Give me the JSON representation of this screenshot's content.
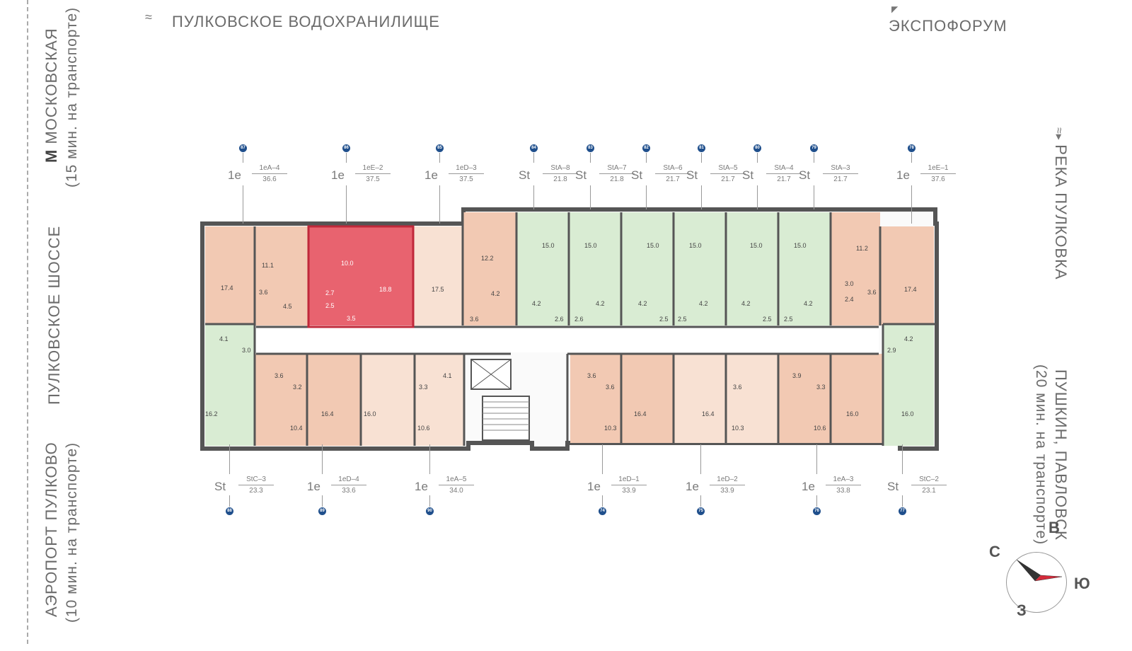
{
  "directions": {
    "north": "ПУЛКОВСКОЕ  ВОДОХРАНИЛИЩЕ",
    "northeast": "ЭКСПОФОРУМ",
    "west_top_line1": "МОСКОВСКАЯ",
    "west_top_line2": "(15 мин. на транспорте)",
    "west_middle": "ПУЛКОВСКОЕ  ШОССЕ",
    "west_bottom_line1": "АЭРОПОРТ  ПУЛКОВО",
    "west_bottom_line2": "(10 мин. на транспорте)",
    "east_top": "РЕКА  ПУЛКОВКА",
    "east_bottom_line1": "ПУШКИН,  ПАВЛОВСК",
    "east_bottom_line2": "(20 мин. на транспорте)",
    "metro_letter": "М"
  },
  "compass": {
    "c": "С",
    "v": "В",
    "yu": "Ю",
    "z": "З"
  },
  "colors": {
    "orange": "#f2c9b3",
    "green": "#d9ecd3",
    "peach": "#f8e1d3",
    "selected": "#e8636f",
    "wall": "#555555"
  },
  "top_apartments": [
    {
      "num": "87",
      "type": "1е",
      "code": "1еА–4",
      "area": "36.6"
    },
    {
      "num": "86",
      "type": "1е",
      "code": "1еЕ–2",
      "area": "37.5"
    },
    {
      "num": "85",
      "type": "1е",
      "code": "1еD–3",
      "area": "37.5"
    },
    {
      "num": "84",
      "type": "St",
      "code": "StA–8",
      "area": "21.8"
    },
    {
      "num": "83",
      "type": "St",
      "code": "StA–7",
      "area": "21.8"
    },
    {
      "num": "82",
      "type": "St",
      "code": "StA–6",
      "area": "21.7"
    },
    {
      "num": "81",
      "type": "St",
      "code": "StA–5",
      "area": "21.7"
    },
    {
      "num": "80",
      "type": "St",
      "code": "StA–4",
      "area": "21.7"
    },
    {
      "num": "79",
      "type": "St",
      "code": "StA–3",
      "area": "21.7"
    },
    {
      "num": "78",
      "type": "1е",
      "code": "1еЕ–1",
      "area": "37.6"
    }
  ],
  "bottom_apartments": [
    {
      "num": "88",
      "type": "St",
      "code": "StC–3",
      "area": "23.3"
    },
    {
      "num": "89",
      "type": "1е",
      "code": "1еD–4",
      "area": "33.6"
    },
    {
      "num": "90",
      "type": "1е",
      "code": "1еА–5",
      "area": "34.0"
    },
    {
      "num": "74",
      "type": "1е",
      "code": "1еD–1",
      "area": "33.9"
    },
    {
      "num": "75",
      "type": "1е",
      "code": "1еD–2",
      "area": "33.9"
    },
    {
      "num": "76",
      "type": "1е",
      "code": "1еА–3",
      "area": "33.8"
    },
    {
      "num": "77",
      "type": "St",
      "code": "StC–2",
      "area": "23.1"
    }
  ],
  "room_areas": {
    "a87": [
      "17.4",
      "3.6",
      "4.1",
      "3.0"
    ],
    "a86_l": [
      "11.1",
      "4.5"
    ],
    "a86": [
      "10.0",
      "18.8",
      "2.7",
      "2.5",
      "3.5"
    ],
    "a85": [
      "17.5",
      "12.2",
      "4.2",
      "3.6"
    ],
    "st": [
      "15.0",
      "4.2",
      "2.6",
      "15.0",
      "4.2",
      "2.6",
      "15.0",
      "4.2",
      "2.5",
      "15.0",
      "4.2",
      "2.5",
      "15.0",
      "4.2",
      "2.5",
      "15.0",
      "4.2",
      "2.5"
    ],
    "a78": [
      "11.2",
      "3.0",
      "2.4",
      "3.6",
      "17.4",
      "4.2",
      "2.9"
    ],
    "bottom": [
      "3.6",
      "16.2",
      "3.2",
      "10.4",
      "16.4",
      "16.0",
      "3.3",
      "4.1",
      "10.6",
      "3.6",
      "3.6",
      "10.3",
      "16.4",
      "16.4",
      "3.6",
      "10.3",
      "3.9",
      "3.3",
      "10.6",
      "16.0",
      "16.0"
    ]
  }
}
